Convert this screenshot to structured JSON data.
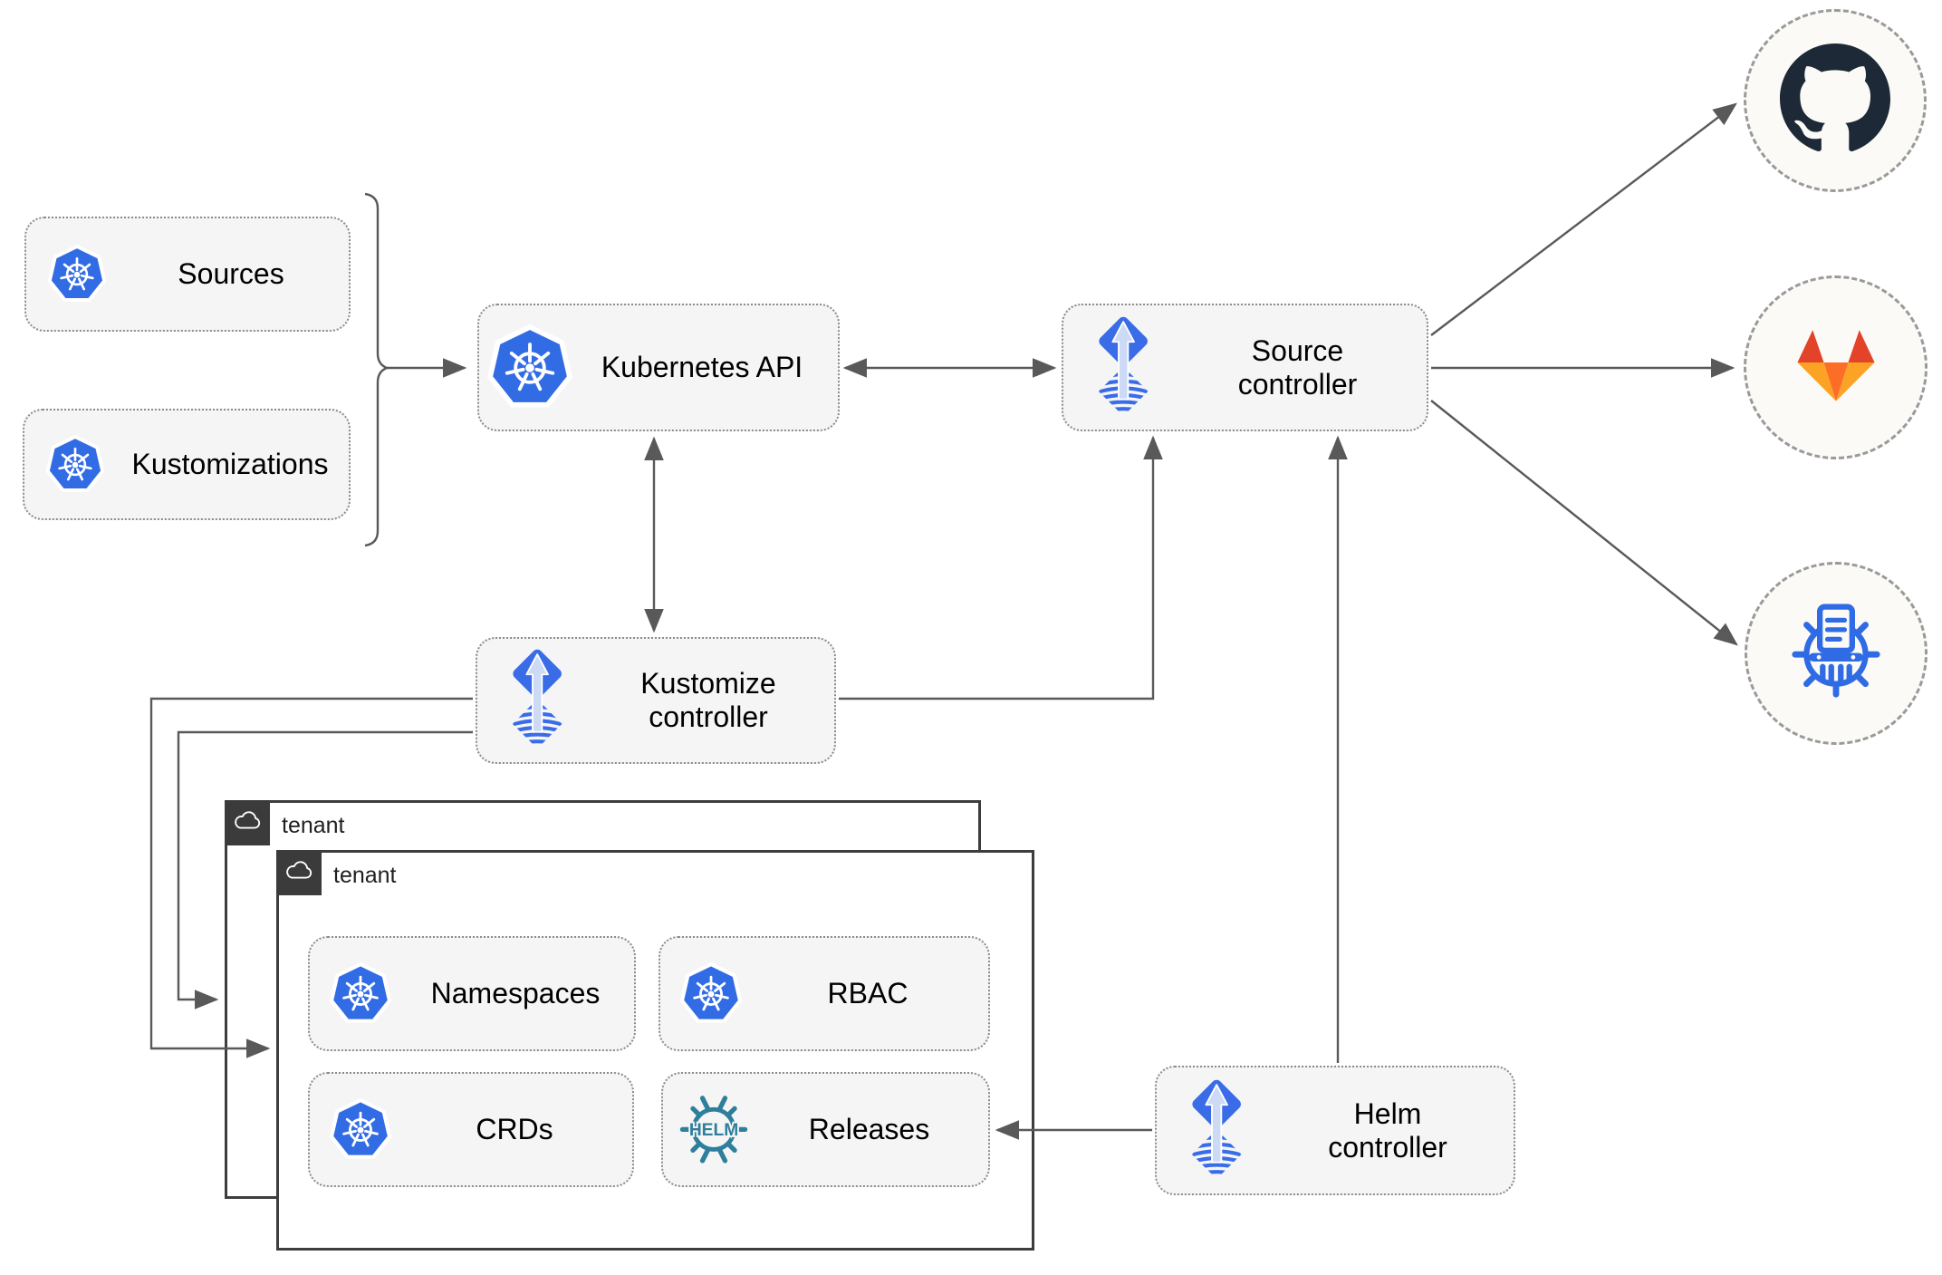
{
  "colors": {
    "line": "#595959",
    "boxfill": "#f5f5f5",
    "boxborder": "#8c8c8c",
    "circlefill": "#fbfaf6",
    "tenantdark": "#3b3b3b",
    "k8s_blue": "#326ce5",
    "flux_blue": "#3a6ce8",
    "flux_light": "#ccdaf5",
    "helm_teal": "#2e7f9c",
    "github_dark": "#1d2936",
    "gitlab_red": "#e24329",
    "gitlab_orange": "#fc6d26",
    "gitlab_amber": "#fca326",
    "museum_blue": "#2f6be4"
  },
  "nodes": {
    "sources": {
      "label": "Sources",
      "icon": "kubernetes"
    },
    "kustomizations": {
      "label": "Kustomizations",
      "icon": "kubernetes"
    },
    "kubernetes_api": {
      "label": "Kubernetes API",
      "icon": "kubernetes"
    },
    "source_controller": {
      "label_line1": "Source",
      "label_line2": "controller",
      "icon": "flux"
    },
    "kustomize_controller": {
      "label_line1": "Kustomize",
      "label_line2": "controller",
      "icon": "flux"
    },
    "helm_controller": {
      "label_line1": "Helm",
      "label_line2": "controller",
      "icon": "flux"
    },
    "namespaces": {
      "label": "Namespaces",
      "icon": "kubernetes"
    },
    "rbac": {
      "label": "RBAC",
      "icon": "kubernetes"
    },
    "crds": {
      "label": "CRDs",
      "icon": "kubernetes"
    },
    "releases": {
      "label": "Releases",
      "icon": "helm",
      "logo_text": "HELM"
    }
  },
  "groups": {
    "outer_tenant": {
      "label": "tenant",
      "icon": "cloud"
    },
    "inner_tenant": {
      "label": "tenant",
      "icon": "cloud"
    }
  },
  "externals": {
    "github": {
      "icon": "github"
    },
    "gitlab": {
      "icon": "gitlab"
    },
    "helm_repository": {
      "icon": "helm-repository"
    }
  },
  "edges": [
    {
      "from": "sources_and_kustomizations_brace",
      "to": "kubernetes_api",
      "arrow": "end"
    },
    {
      "from": "kubernetes_api",
      "to": "source_controller",
      "arrow": "both"
    },
    {
      "from": "kubernetes_api",
      "to": "kustomize_controller",
      "arrow": "both"
    },
    {
      "from": "kustomize_controller",
      "to": "source_controller",
      "arrow": "end"
    },
    {
      "from": "kustomize_controller",
      "to": "inner_tenant",
      "arrow": "end"
    },
    {
      "from": "kustomize_controller",
      "to": "outer_tenant",
      "arrow": "end"
    },
    {
      "from": "helm_controller",
      "to": "source_controller",
      "arrow": "end"
    },
    {
      "from": "helm_controller",
      "to": "releases",
      "arrow": "end"
    },
    {
      "from": "source_controller",
      "to": "github",
      "arrow": "end"
    },
    {
      "from": "source_controller",
      "to": "gitlab",
      "arrow": "end"
    },
    {
      "from": "source_controller",
      "to": "helm_repository",
      "arrow": "end"
    }
  ]
}
